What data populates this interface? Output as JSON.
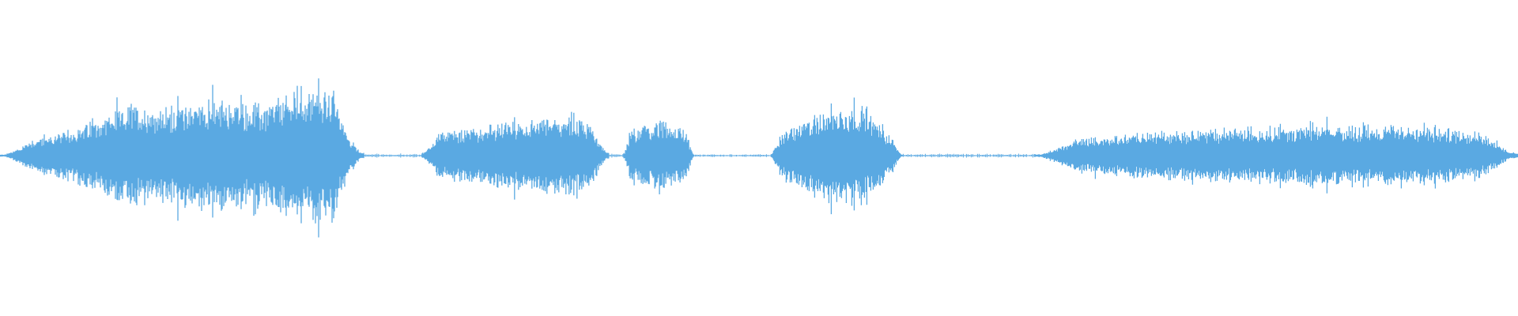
{
  "waveform": {
    "color": "#5aa9e2",
    "background": "#ffffff",
    "segments": [
      {
        "kind": "speech",
        "start": 0.0,
        "end": 0.24,
        "peak": 0.85,
        "envelope": [
          0.1,
          0.25,
          0.35,
          0.55,
          0.75,
          0.7,
          0.82,
          0.8,
          0.72,
          1.0,
          0.98,
          0.3
        ]
      },
      {
        "kind": "gap",
        "start": 0.24,
        "end": 0.278,
        "peak": 0.02
      },
      {
        "kind": "speech",
        "start": 0.278,
        "end": 0.401,
        "peak": 0.55,
        "envelope": [
          0.3,
          0.35,
          0.4,
          0.45,
          0.5,
          0.55,
          0.58,
          0.5,
          0.3
        ]
      },
      {
        "kind": "gap",
        "start": 0.401,
        "end": 0.411,
        "peak": 0.02
      },
      {
        "kind": "speech",
        "start": 0.411,
        "end": 0.457,
        "peak": 0.45,
        "envelope": [
          0.35,
          0.4,
          0.5,
          0.48,
          0.42,
          0.2
        ]
      },
      {
        "kind": "gap",
        "start": 0.457,
        "end": 0.508,
        "peak": 0.015
      },
      {
        "kind": "speech",
        "start": 0.508,
        "end": 0.595,
        "peak": 0.7,
        "envelope": [
          0.3,
          0.4,
          0.55,
          0.7,
          0.75,
          0.7,
          0.4,
          0.1
        ]
      },
      {
        "kind": "gap",
        "start": 0.595,
        "end": 0.682,
        "peak": 0.02
      },
      {
        "kind": "speech",
        "start": 0.682,
        "end": 1.0,
        "peak": 0.5,
        "envelope": [
          0.15,
          0.25,
          0.3,
          0.35,
          0.38,
          0.4,
          0.42,
          0.45,
          0.42,
          0.45,
          0.4,
          0.38,
          0.3
        ]
      }
    ]
  }
}
